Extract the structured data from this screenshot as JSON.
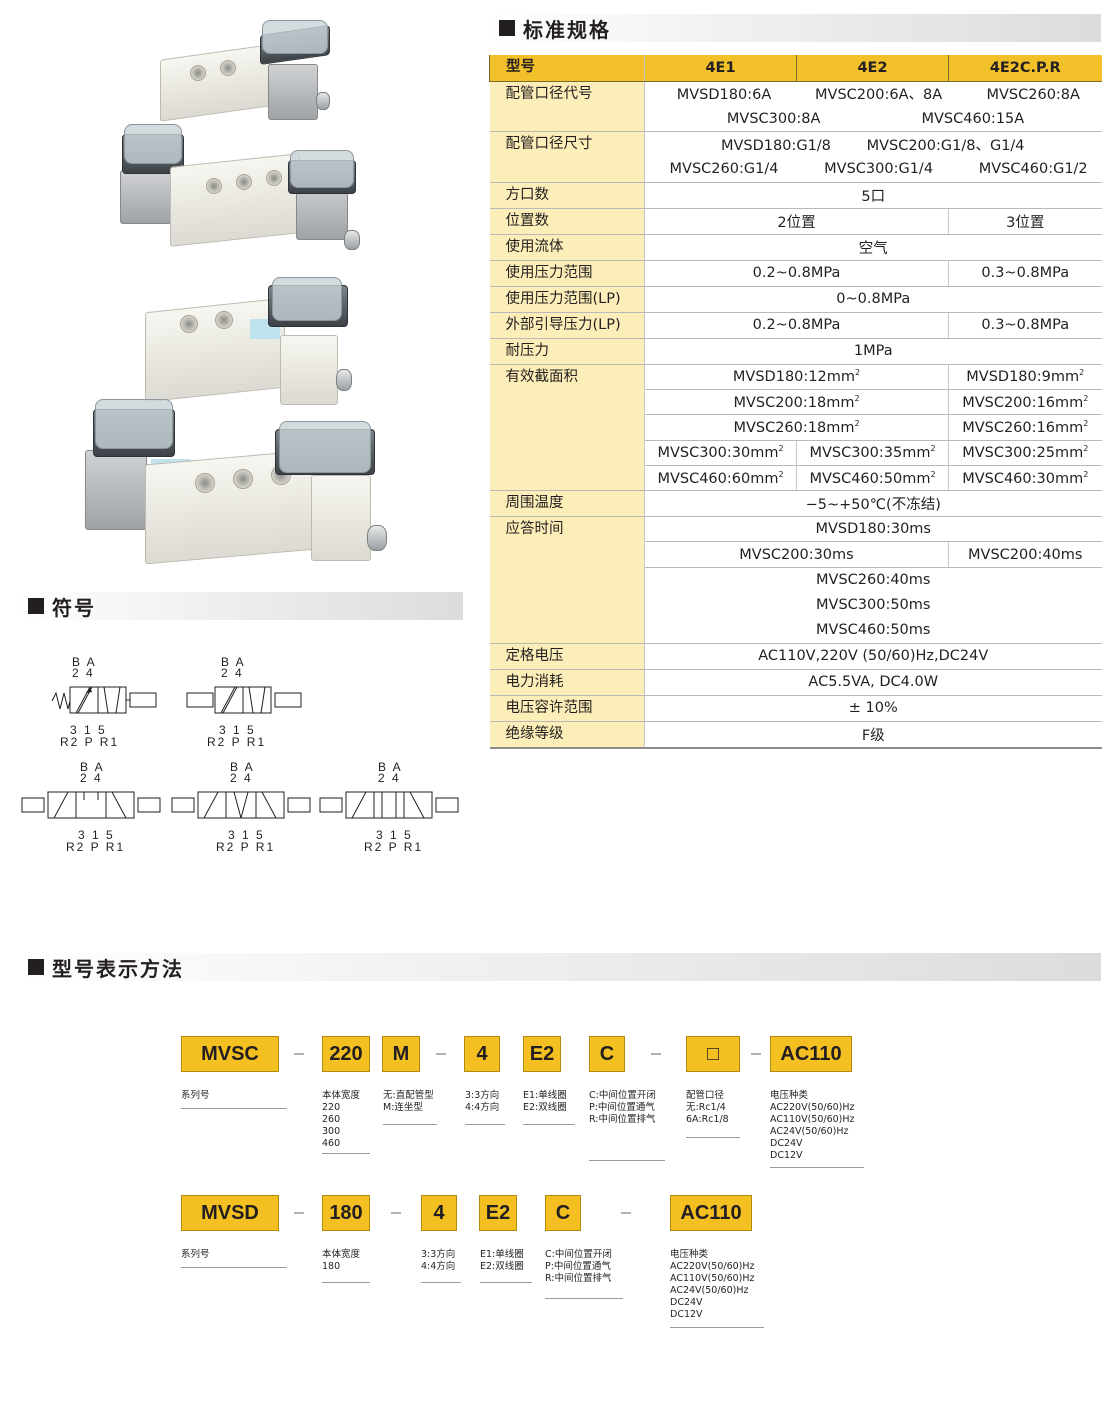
{
  "sections": {
    "spec": "标准规格",
    "symbol": "符号",
    "model": "型号表示方法"
  },
  "spec_table": {
    "header": [
      "型号",
      "4E1",
      "4E2",
      "4E2C.P.R"
    ],
    "port_code_label": "配管口径代号",
    "port_code": [
      "MVSD180:6A",
      "MVSC200:6A、8A",
      "MVSC260:8A",
      "MVSC300:8A",
      "MVSC460:15A"
    ],
    "port_size_label": "配管口径尺寸",
    "port_size": [
      "MVSD180:G1/8",
      "MVSC200:G1/8、G1/4",
      "MVSC260:G1/4",
      "MVSC300:G1/4",
      "MVSC460:G1/2"
    ],
    "ports_label": "方口数",
    "ports": "5口",
    "positions_label": "位置数",
    "positions_2": "2位置",
    "positions_3": "3位置",
    "fluid_label": "使用流体",
    "fluid": "空气",
    "pressure_label": "使用压力范围",
    "pressure_2": "0.2~0.8MPa",
    "pressure_3": "0.3~0.8MPa",
    "pressure_lp_label": "使用压力范围(LP)",
    "pressure_lp": "0~0.8MPa",
    "ext_pilot_label": "外部引导压力(LP)",
    "ext_pilot_2": "0.2~0.8MPa",
    "ext_pilot_3": "0.3~0.8MPa",
    "proof_label": "耐压力",
    "proof": "1MPa",
    "area_label": "有效截面积",
    "area": {
      "r1_2": "MVSD180:12mm",
      "r1_3": "MVSD180:9mm",
      "r2_2": "MVSC200:18mm",
      "r2_3": "MVSC200:16mm",
      "r3_2": "MVSC260:18mm",
      "r3_3": "MVSC260:16mm",
      "r4_1": "MVSC300:30mm",
      "r4_2": "MVSC300:35mm",
      "r4_3": "MVSC300:25mm",
      "r5_1": "MVSC460:60mm",
      "r5_2": "MVSC460:50mm",
      "r5_3": "MVSC460:30mm",
      "sup": "2"
    },
    "temp_label": "周围温度",
    "temp": "−5~+50℃(不冻结)",
    "response_label": "应答时间",
    "response": {
      "r1": "MVSD180:30ms",
      "r2_2": "MVSC200:30ms",
      "r2_3": "MVSC200:40ms",
      "r3": "MVSC260:40ms",
      "r4": "MVSC300:50ms",
      "r5": "MVSC460:50ms"
    },
    "voltage_label": "定格电压",
    "voltage": "AC110V,220V (50/60)Hz,DC24V",
    "power_label": "电力消耗",
    "power": "AC5.5VA, DC4.0W",
    "tolerance_label": "电压容许范围",
    "tolerance": "± 10%",
    "insulation_label": "绝缘等级",
    "insulation": "F级"
  },
  "symbols": {
    "top": "B A",
    "top_num": "2 4",
    "bottom_num": "3 1 5",
    "bottom": "R2 P R1"
  },
  "model_code": {
    "row1": {
      "boxes": [
        "MVSC",
        "220",
        "M",
        "4",
        "E2",
        "C",
        "□",
        "AC110"
      ],
      "desc_series": "系列号",
      "desc_width": "本体宽度\n220\n260\n300\n460",
      "desc_mount": "无:直配管型\nM:连坐型",
      "desc_dir": "3:3方向\n4:4方向",
      "desc_coil": "E1:单线圈\nE2:双线圈",
      "desc_mid": "C:中间位置开闭\nP:中间位置通气\nR:中间位置排气",
      "desc_port": "配管口径\n无:Rc1/4\n6A:Rc1/8",
      "desc_volt": "电压种类\nAC220V(50/60)Hz\nAC110V(50/60)Hz\nAC24V(50/60)Hz\nDC24V\nDC12V"
    },
    "row2": {
      "boxes": [
        "MVSD",
        "180",
        "4",
        "E2",
        "C",
        "AC110"
      ],
      "desc_series": "系列号",
      "desc_width": "本体宽度\n180",
      "desc_dir": "3:3方向\n4:4方向",
      "desc_coil": "E1:单线圈\nE2:双线圈",
      "desc_mid": "C:中间位置开闭\nP:中间位置通气\nR:中间位置排气",
      "desc_volt": "电压种类\nAC220V(50/60)Hz\nAC110V(50/60)Hz\nAC24V(50/60)Hz\nDC24V\nDC12V"
    }
  },
  "colors": {
    "accent_yellow": "#f3bf21",
    "label_bg": "#fbeeb8"
  }
}
